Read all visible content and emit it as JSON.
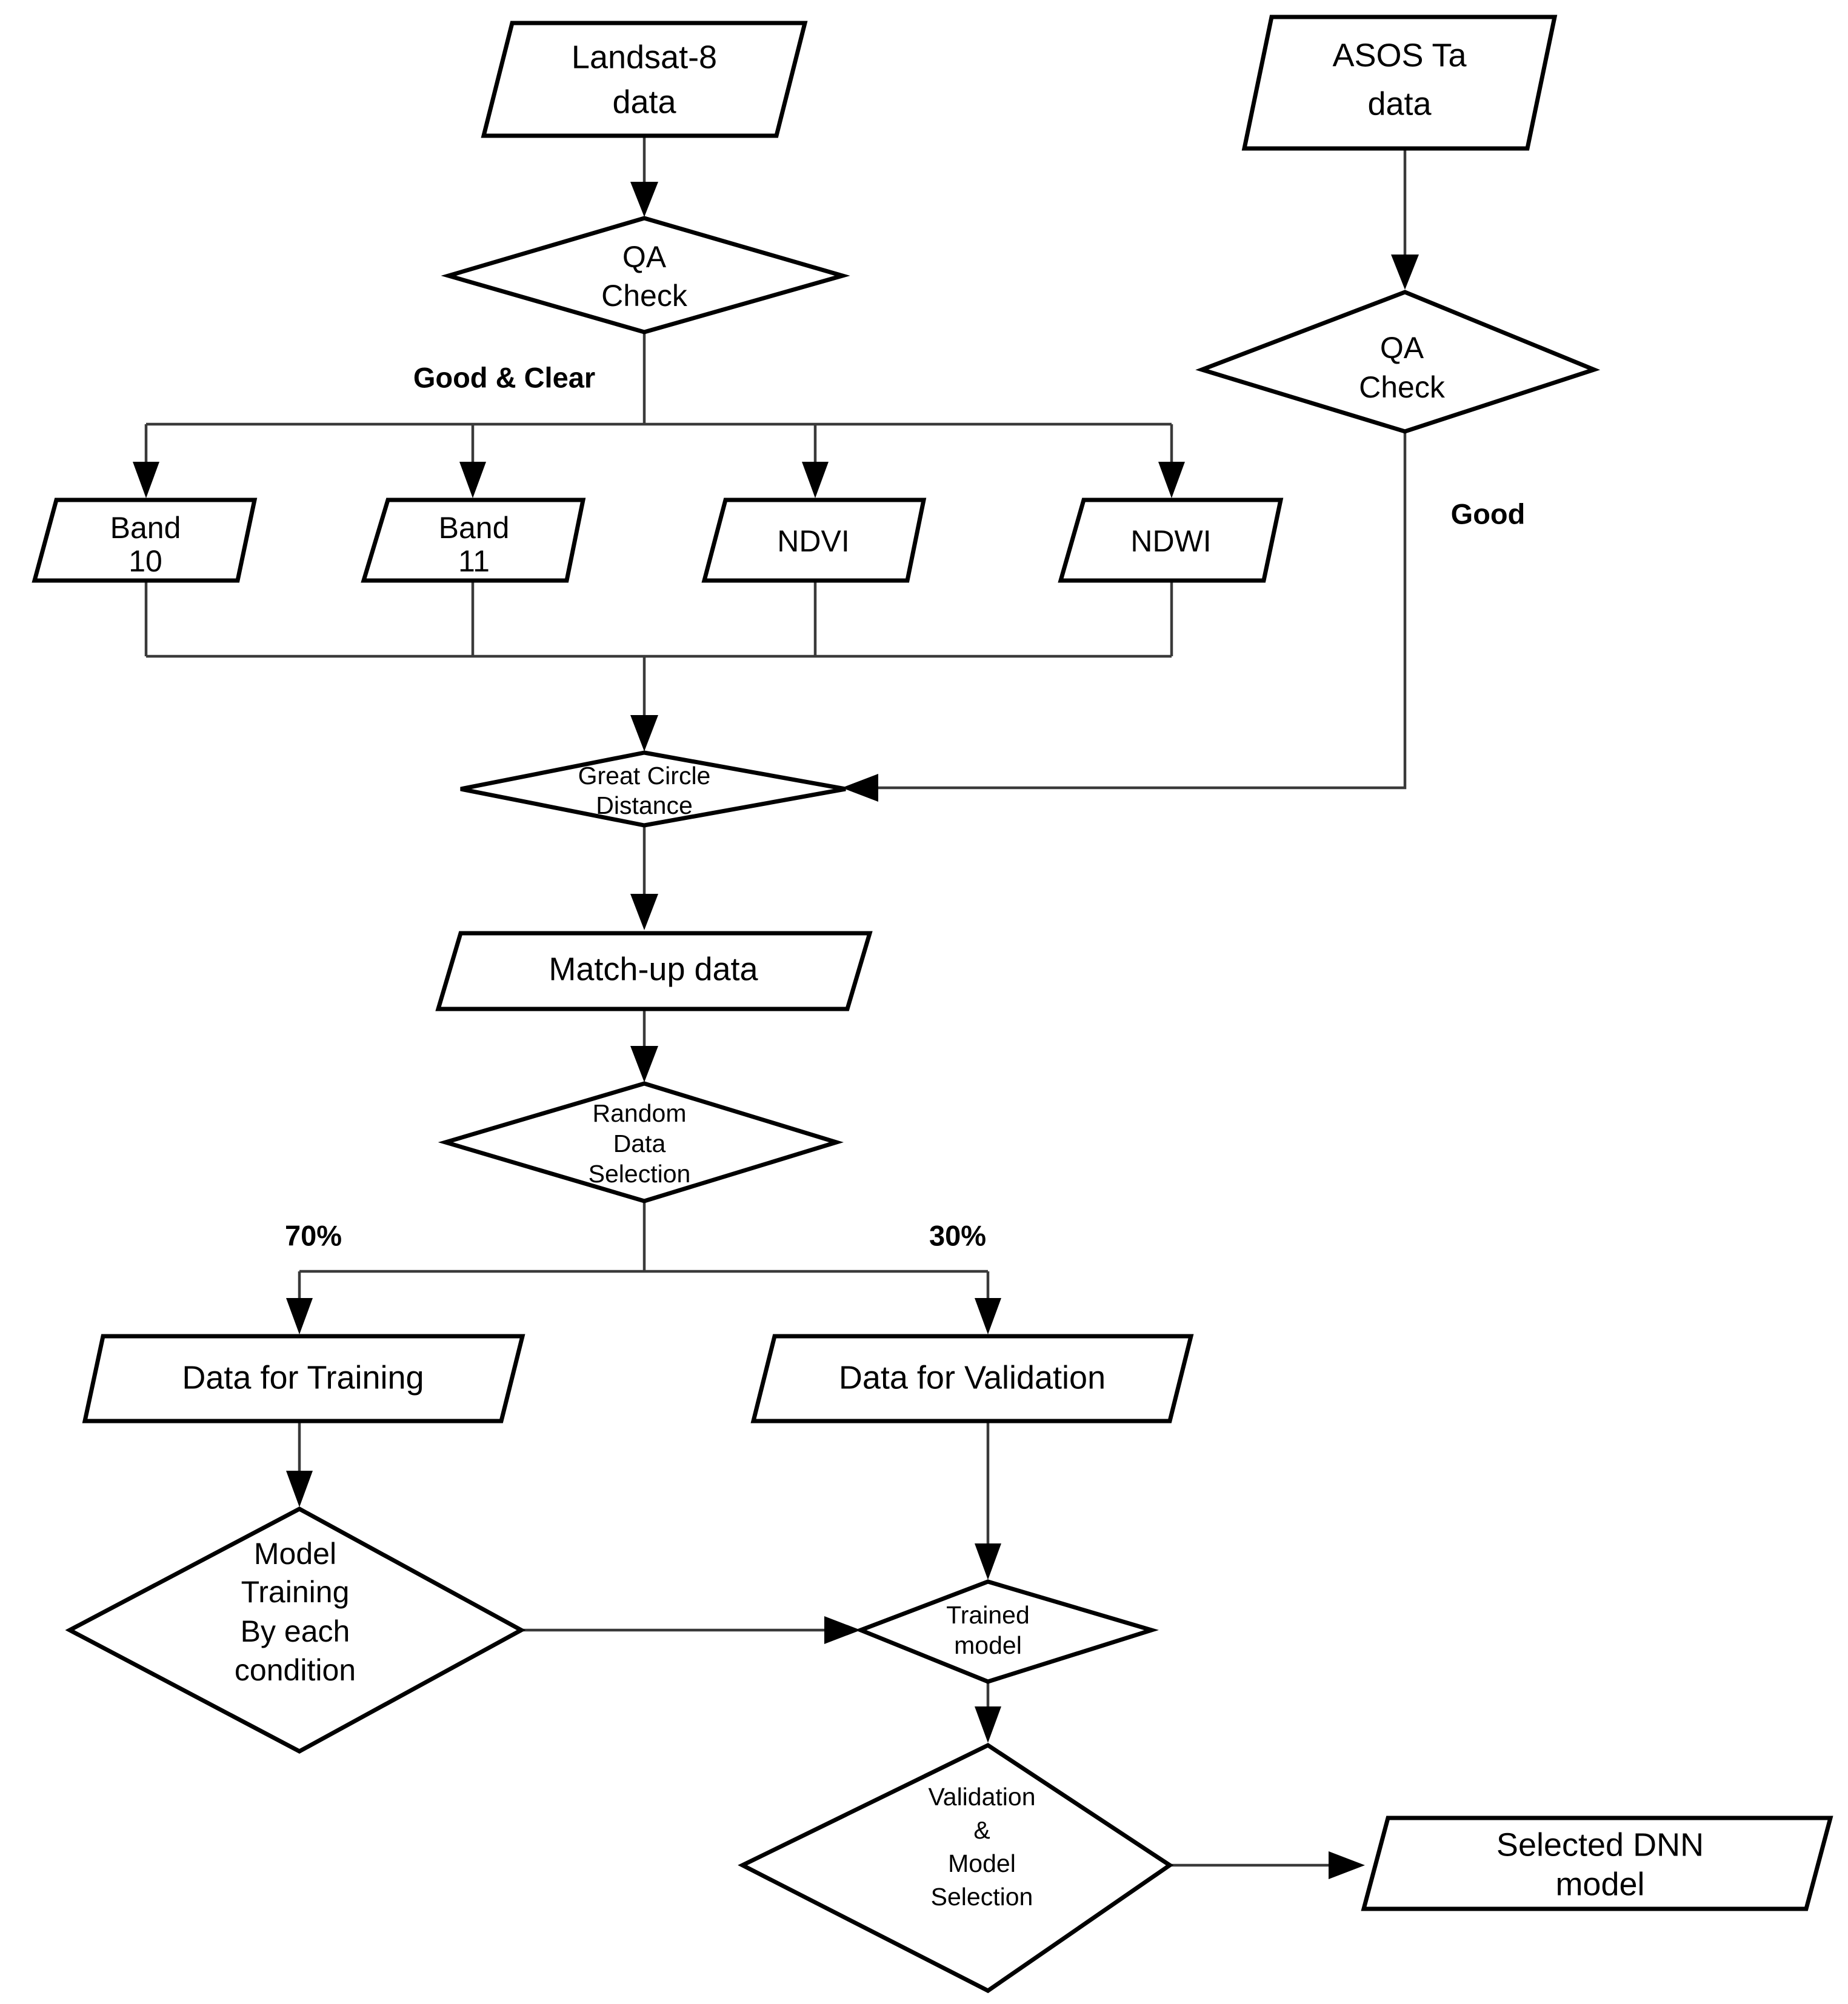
{
  "diagram": {
    "title": "Landsat-8 / ASOS Ta DNN model workflow flowchart",
    "colors": {
      "stroke": "#000000",
      "connector": "#3a3a3a",
      "background": "#ffffff"
    },
    "nodes": {
      "landsat_data": {
        "shape": "parallelogram",
        "line1": "Landsat-8",
        "line2": "data"
      },
      "asos_data": {
        "shape": "parallelogram",
        "line1": "ASOS Ta",
        "line2": "data"
      },
      "qa_check_left": {
        "shape": "diamond",
        "line1": "QA",
        "line2": "Check"
      },
      "qa_check_right": {
        "shape": "diamond",
        "line1": "QA",
        "line2": "Check"
      },
      "band10": {
        "shape": "parallelogram",
        "line1": "Band",
        "line2": "10"
      },
      "band11": {
        "shape": "parallelogram",
        "line1": "Band",
        "line2": "11"
      },
      "ndvi": {
        "shape": "parallelogram",
        "line1": "NDVI",
        "line2": ""
      },
      "ndwi": {
        "shape": "parallelogram",
        "line1": "NDWI",
        "line2": ""
      },
      "great_circle": {
        "shape": "diamond",
        "line1": "Great Circle",
        "line2": "Distance"
      },
      "matchup": {
        "shape": "parallelogram",
        "line1": "Match-up data",
        "line2": ""
      },
      "random_selection": {
        "shape": "diamond",
        "line1": "Random",
        "line2": "Data",
        "line3": "Selection"
      },
      "data_training": {
        "shape": "parallelogram",
        "line1": "Data for Training",
        "line2": ""
      },
      "data_validation": {
        "shape": "parallelogram",
        "line1": "Data for Validation",
        "line2": ""
      },
      "model_training": {
        "shape": "diamond",
        "line1": "Model",
        "line2": "Training",
        "line3": "By each",
        "line4": "condition"
      },
      "trained_model": {
        "shape": "diamond",
        "line1": "Trained",
        "line2": "model"
      },
      "validation_selection": {
        "shape": "diamond",
        "line1": "Validation",
        "line2": "&",
        "line3": "Model",
        "line4": "Selection"
      },
      "selected_dnn": {
        "shape": "parallelogram",
        "line1": "Selected DNN",
        "line2": "model"
      }
    },
    "edge_labels": {
      "good_and_clear": "Good & Clear",
      "good": "Good",
      "split_train": "70%",
      "split_valid": "30%"
    }
  }
}
